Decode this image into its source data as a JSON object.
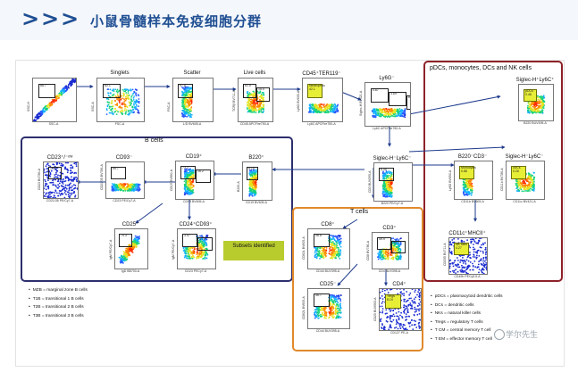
{
  "header": {
    "title": "小鼠骨髓样本免疫细胞分群",
    "chevrons": [
      ">",
      ">",
      ">"
    ]
  },
  "groups": {
    "b_cells": "B cells",
    "t_cells": "T cells",
    "pdc_nk": "pDCs, monocytes, DCs and NK cells"
  },
  "plots": [
    {
      "id": "p1",
      "title": "",
      "xlabel": "SSC-A",
      "ylabel": "SSC-H",
      "gates": [
        {
          "label": "",
          "value": "88.7"
        }
      ]
    },
    {
      "id": "p2",
      "title": "Singlets",
      "xlabel": "FSC-A",
      "ylabel": "SSC-A",
      "gates": [
        {
          "label": "",
          "value": "82.1"
        }
      ]
    },
    {
      "id": "p3",
      "title": "Scatter",
      "xlabel": "L/D BV605-A",
      "ylabel": "FSC-A",
      "gates": [
        {
          "label": "",
          "value": "97.8"
        }
      ]
    },
    {
      "id": "p4",
      "title": "Live cells",
      "xlabel": "CD45 APCFire750-A",
      "ylabel": "TCRβ BV711-A",
      "gates": [
        {
          "label": "",
          "value": "61.5"
        },
        {
          "label": "",
          "value": "15.0"
        }
      ]
    },
    {
      "id": "p5",
      "title": "CD45⁺TER119⁻",
      "xlabel": "Ly6C APCFire750-A",
      "ylabel": "Ly6G BV605-A",
      "gates": [
        {
          "label": "Neutrophils",
          "value": "42.1"
        }
      ]
    },
    {
      "id": "p6",
      "title": "Ly6G⁻",
      "xlabel": "Ly6C APCFire750-A",
      "ylabel": "Siglec-H BV421-A",
      "gates": [
        {
          "label": "",
          "value": "0.87"
        },
        {
          "label": "",
          "value": "3.69"
        },
        {
          "label": "",
          "value": "84.5"
        }
      ]
    },
    {
      "id": "p7",
      "title": "Siglec-H⁺Ly6C⁺",
      "xlabel": "B220 BUV495-A",
      "ylabel": "",
      "gates": [
        {
          "label": "pDCs",
          "value": "0.48"
        }
      ]
    },
    {
      "id": "p8",
      "title": "CD23⁺/⁻ᵒʷ",
      "xlabel": "CD21/35 PE/Cy7-A",
      "ylabel": "CD23 BV786-A",
      "gates": [
        {
          "label": "",
          "value": "10.4"
        }
      ]
    },
    {
      "id": "p9",
      "title": "CD93⁻",
      "xlabel": "CD23 PE/Cy7-A",
      "ylabel": "CD21/35 BV786-A",
      "gates": [
        {
          "label": "",
          "value": "59.7"
        }
      ]
    },
    {
      "id": "p10",
      "title": "CD19⁺",
      "xlabel": "CD93 BV605-A",
      "ylabel": "CD19 BV650-A",
      "gates": [
        {
          "label": "",
          "value": "73.2"
        },
        {
          "label": "",
          "value": "16.2"
        }
      ]
    },
    {
      "id": "p11",
      "title": "B220⁺",
      "xlabel": "CD19 BV605-A",
      "ylabel": "B220-A",
      "gates": [
        {
          "label": "",
          "value": "5.19"
        }
      ]
    },
    {
      "id": "p12",
      "title": "Siglec-H⁻Ly6C⁻",
      "xlabel": "B220 PE/Cy7-A",
      "ylabel": "CD3 BUV395-A",
      "gates": [
        {
          "label": "",
          "value": "6.45"
        }
      ]
    },
    {
      "id": "p13",
      "title": "B220⁻CD3⁻",
      "xlabel": "CD11b BV605-A",
      "ylabel": "Ly6G BV650-A",
      "gates": [
        {
          "label": "Monocytes",
          "value": "0.88"
        }
      ]
    },
    {
      "id": "p14",
      "title": "Siglec-H⁻Ly6C⁻",
      "xlabel": "CD11c BV421-A",
      "ylabel": "CD11b BV786-A",
      "gates": [
        {
          "label": "cDCs",
          "value": "0.26"
        }
      ]
    },
    {
      "id": "p15",
      "title": "CD25⁺",
      "xlabel": "IgD BB700-A",
      "ylabel": "IgM PE/Cy7-A",
      "gates": [
        {
          "label": "",
          "value": "74.3"
        }
      ]
    },
    {
      "id": "p16",
      "title": "CD24⁺CD93⁺",
      "xlabel": "CD23 PECy7-A",
      "ylabel": "IgM PE/Cy7-A",
      "gates": [
        {
          "label": "",
          "value": "3.47"
        },
        {
          "label": "",
          "value": "4.72"
        }
      ]
    },
    {
      "id": "p17",
      "title": "CD8⁺",
      "xlabel": "CD44 BUV395-A",
      "ylabel": "CD62L BV605-A",
      "gates": [
        {
          "label": "",
          "value": "48.8"
        }
      ]
    },
    {
      "id": "p18",
      "title": "CD3⁺",
      "xlabel": "CD4 BUV395-A",
      "ylabel": "CD8 BV786-A",
      "gates": [
        {
          "label": "",
          "value": "49.9"
        },
        {
          "label": "",
          "value": "35.1"
        }
      ]
    },
    {
      "id": "p19",
      "title": "CD11c⁺MHCII⁺",
      "xlabel": "CD49b PECy5.5-A",
      "ylabel": "CD335 BV711-A",
      "gates": [
        {
          "label": "NK cells",
          "value": "4.27"
        }
      ]
    },
    {
      "id": "p20",
      "title": "CD25⁻",
      "xlabel": "CD44 BUV395-A",
      "ylabel": "CD62L BV605-A",
      "gates": [
        {
          "label": "",
          "value": "46.7"
        }
      ]
    },
    {
      "id": "p21",
      "title": "CD4⁺",
      "xlabel": "CD127 PE-A",
      "ylabel": "CD25 BUV563-A",
      "gates": [
        {
          "label": "Tregs",
          "value": "8.19"
        }
      ]
    }
  ],
  "subsets_label": "Subsets identified",
  "legend_left": [
    "MZB = marginal zone B cells",
    "T1B = transitional 1 B cells",
    "T2B = transitional 2 B cells",
    "T3B = transitional 3 B cells"
  ],
  "legend_right": [
    "pDCs = plasmacytoid dendritic cells",
    "DCs = dendritic cells",
    "NKs = natural killer cells",
    "Tregs = regulatory T cells",
    "T CM = central memory T cell",
    "T EM = effector memory T cell"
  ],
  "watermark": "学尔先生",
  "colors": {
    "banner_text": "#1f4f93",
    "b_box": "#2d2f6e",
    "t_box": "#e0892b",
    "r_box": "#8e2229",
    "subsets_bg": "#b9cc2e"
  }
}
